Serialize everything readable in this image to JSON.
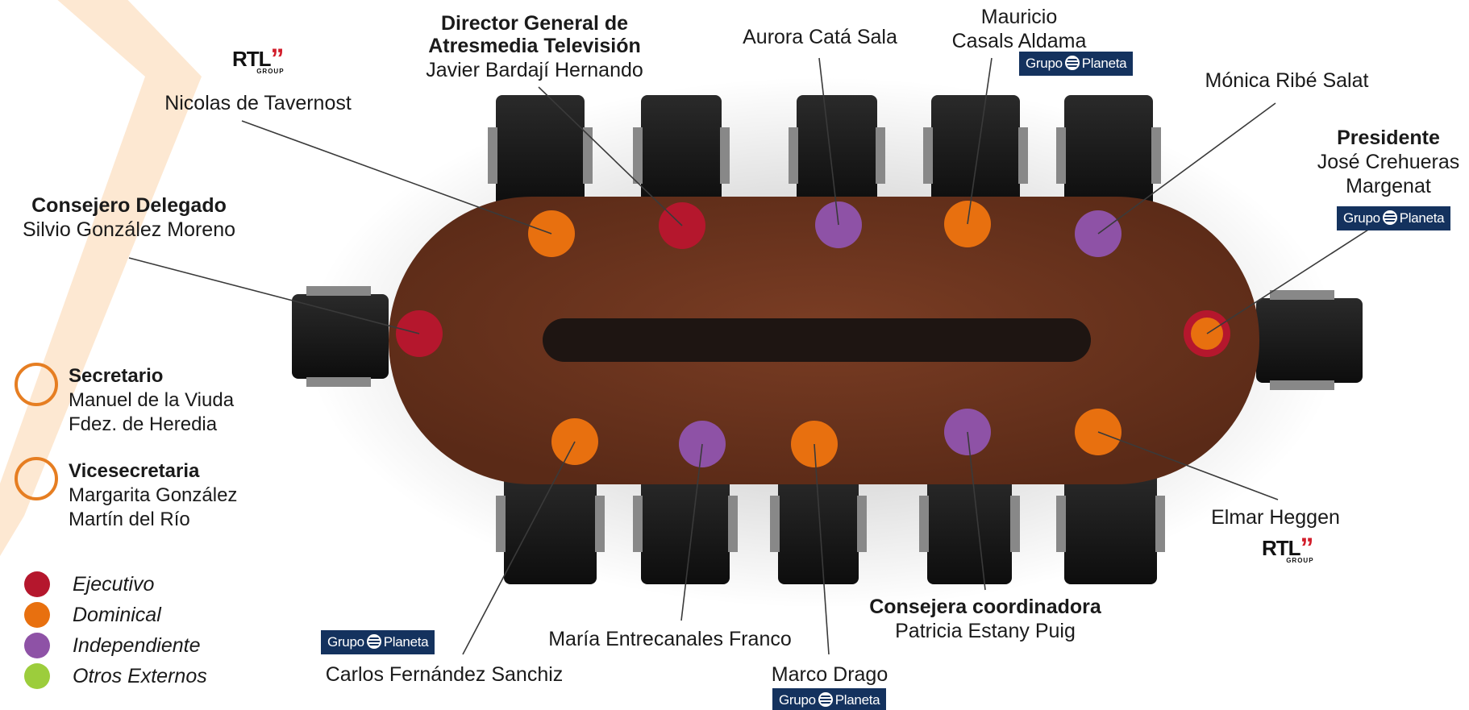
{
  "colors": {
    "ejecutivo": "#b5172d",
    "dominical": "#e8700f",
    "independiente": "#8e52a6",
    "otros": "#9ccd3c",
    "table": "#6b3420",
    "chevron": "#fde8d2"
  },
  "members": [
    {
      "key": "tavernost",
      "name": "Nicolas de Tavernost",
      "type": "dominical",
      "logo": "RTL"
    },
    {
      "key": "bardaji",
      "role": "Director General de Atresmedia Televisión",
      "name": "Javier Bardají Hernando",
      "type": "ejecutivo"
    },
    {
      "key": "cata",
      "name": "Aurora Catá Sala",
      "type": "independiente"
    },
    {
      "key": "casals",
      "name": "Mauricio Casals Aldama",
      "type": "dominical",
      "logo": "Grupo Planeta"
    },
    {
      "key": "ribe",
      "name": "Mónica Ribé Salat",
      "type": "independiente"
    },
    {
      "key": "gonzalez",
      "role": "Consejero Delegado",
      "name": "Silvio González Moreno",
      "type": "ejecutivo"
    },
    {
      "key": "crehueras",
      "role": "Presidente",
      "name": "José Crehueras Margenat",
      "type": "ejecutivo",
      "logo": "Grupo Planeta"
    },
    {
      "key": "fernandez",
      "name": "Carlos Fernández Sanchiz",
      "type": "dominical",
      "logo": "Grupo Planeta"
    },
    {
      "key": "entrecanales",
      "name": "María Entrecanales Franco",
      "type": "independiente"
    },
    {
      "key": "drago",
      "name": "Marco Drago",
      "type": "dominical",
      "logo": "Grupo Planeta"
    },
    {
      "key": "estany",
      "role": "Consejera coordinadora",
      "name": "Patricia Estany Puig",
      "type": "independiente"
    },
    {
      "key": "heggen",
      "name": "Elmar Heggen",
      "type": "dominical",
      "logo": "RTL"
    }
  ],
  "labels": {
    "tavernost_name": "Nicolas de Tavernost",
    "bardaji_role_1": "Director General de",
    "bardaji_role_2": "Atresmedia Televisión",
    "bardaji_name": "Javier Bardají Hernando",
    "cata_name": "Aurora Catá Sala",
    "casals_name_1": "Mauricio",
    "casals_name_2": "Casals Aldama",
    "ribe_name": "Mónica Ribé Salat",
    "crehueras_role": "Presidente",
    "crehueras_name_1": "José Crehueras",
    "crehueras_name_2": "Margenat",
    "gonzalez_role": "Consejero Delegado",
    "gonzalez_name": "Silvio González Moreno",
    "fernandez_name": "Carlos Fernández Sanchiz",
    "entrecanales_name": "María Entrecanales Franco",
    "drago_name": "Marco Drago",
    "estany_role": "Consejera coordinadora",
    "estany_name": "Patricia Estany Puig",
    "heggen_name": "Elmar Heggen"
  },
  "side": {
    "secretario_role": "Secretario",
    "secretario_name_1": "Manuel de la Viuda",
    "secretario_name_2": "Fdez. de Heredia",
    "vicesecretaria_role": "Vicesecretaria",
    "vicesecretaria_name_1": "Margarita González",
    "vicesecretaria_name_2": "Martín del Río"
  },
  "legend": [
    {
      "label": "Ejecutivo",
      "color": "#b5172d"
    },
    {
      "label": "Dominical",
      "color": "#e8700f"
    },
    {
      "label": "Independiente",
      "color": "#8e52a6"
    },
    {
      "label": "Otros Externos",
      "color": "#9ccd3c"
    }
  ],
  "logos": {
    "planeta_left": "Grupo",
    "planeta_right": "Planeta",
    "rtl_text": "RTL",
    "rtl_quote": "”",
    "rtl_group": "GROUP"
  }
}
